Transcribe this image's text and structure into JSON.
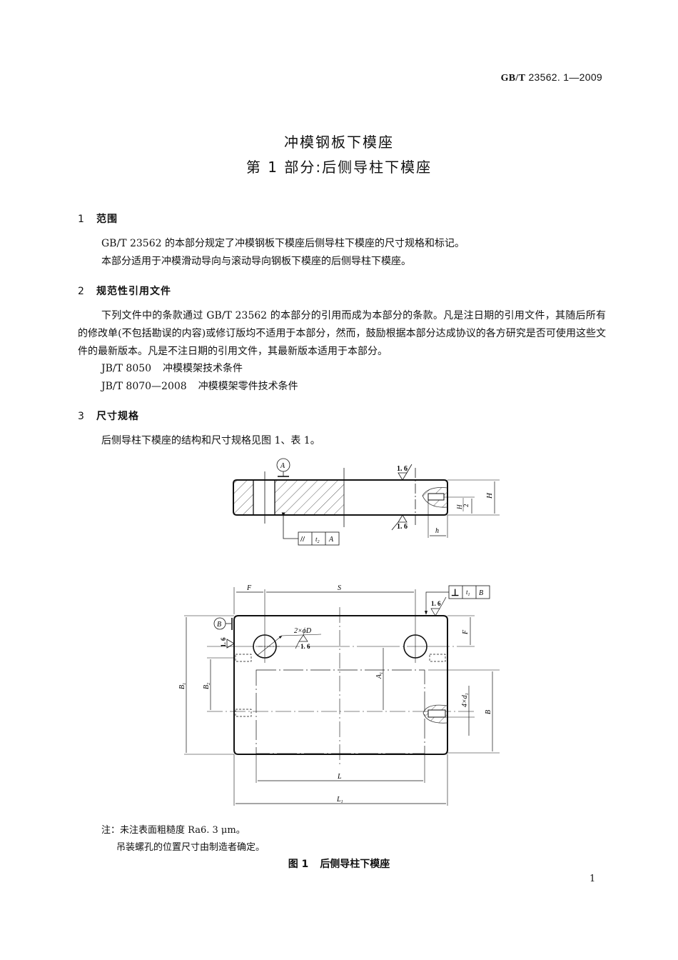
{
  "header": {
    "standard_prefix": "GB/T",
    "standard_number": "23562. 1—2009"
  },
  "title": {
    "line1": "冲模钢板下模座",
    "line2": "第 1 部分:后侧导柱下模座"
  },
  "sections": [
    {
      "number": "1",
      "heading": "范围",
      "paragraphs": [
        "GB/T 23562 的本部分规定了冲模钢板下模座后侧导柱下模座的尺寸规格和标记。",
        "本部分适用于冲模滑动导向与滚动导向钢板下模座的后侧导柱下模座。"
      ]
    },
    {
      "number": "2",
      "heading": "规范性引用文件",
      "paragraphs": [
        "下列文件中的条款通过 GB/T 23562 的本部分的引用而成为本部分的条款。凡是注日期的引用文件，其随后所有的修改单(不包括勘误的内容)或修订版均不适用于本部分，然而，鼓励根据本部分达成协议的各方研究是否可使用这些文件的最新版本。凡是不注日期的引用文件，其最新版本适用于本部分。"
      ],
      "references": [
        {
          "code": "JB/T 8050",
          "title": "冲模模架技术条件"
        },
        {
          "code": "JB/T 8070—2008",
          "title": "冲模模架零件技术条件"
        }
      ]
    },
    {
      "number": "3",
      "heading": "尺寸规格",
      "paragraphs": [
        "后侧导柱下模座的结构和尺寸规格见图 1、表 1。"
      ]
    }
  ],
  "figure": {
    "side_view": {
      "datum_a": "A",
      "roughness_top": "1. 6",
      "roughness_bottom": "1. 6",
      "tolerance_frame": {
        "symbol": "//",
        "value": "t2",
        "datum": "A"
      },
      "dims": {
        "H": "H",
        "H_half_num": "H",
        "H_half_den": "2",
        "h": "h"
      }
    },
    "plan_view": {
      "datum_b": "B",
      "roughness_top": "1. 6",
      "roughness_left": "1. 6",
      "hole_callout": "2×ϕD",
      "hole_roughness": "1. 6",
      "tolerance_frame": {
        "symbol": "⊥",
        "value": "t1",
        "datum": "B"
      },
      "dims": {
        "F_top": "F",
        "S": "S",
        "F_right": "F",
        "B1": "B1",
        "B2": "B2",
        "A1": "A1",
        "B": "B",
        "thread": "4×d1",
        "L": "L",
        "L1": "L1"
      }
    },
    "notes_label": "注：",
    "notes": [
      "未注表面粗糙度 Ra6. 3 μm。",
      "吊装螺孔的位置尺寸由制造者确定。"
    ],
    "caption_number": "图 1",
    "caption_title": "后侧导柱下模座"
  },
  "page_number": "1"
}
